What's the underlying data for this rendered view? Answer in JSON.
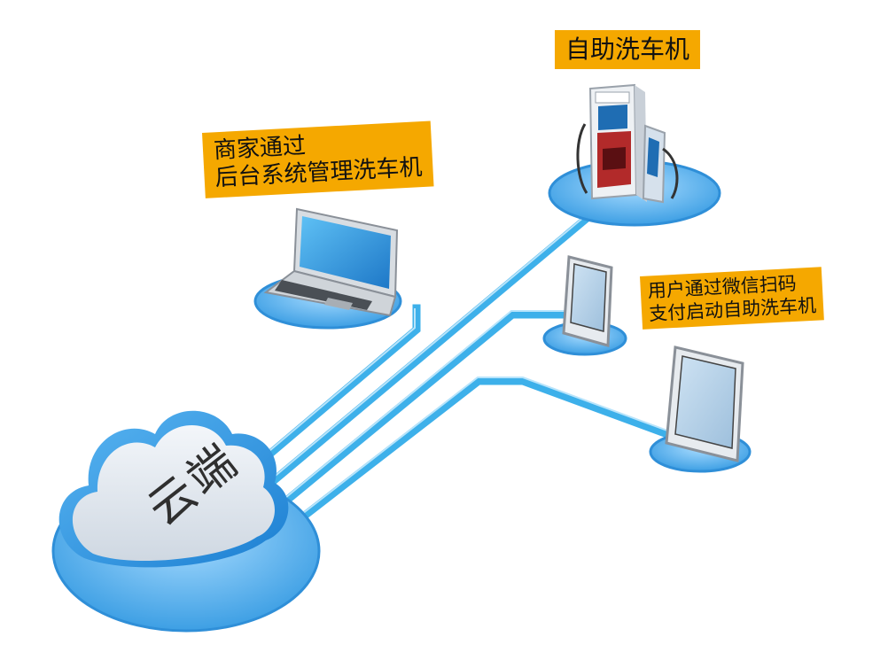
{
  "labels": {
    "self_service_washer": "自助洗车机",
    "merchant_line1": "商家通过",
    "merchant_line2": "后台系统管理洗车机",
    "user_line1": "用户通过微信扫码",
    "user_line2": "支付启动自助洗车机",
    "cloud": "云端"
  },
  "colors": {
    "label_bg": "#f5a800",
    "line_blue": "#3db0ea",
    "platform_blue": "#4aa8e6",
    "cloud_blue": "#3d9de0"
  },
  "icons": [
    "cloud-icon",
    "laptop-icon",
    "washing-machine-icon",
    "tablet-icon"
  ]
}
